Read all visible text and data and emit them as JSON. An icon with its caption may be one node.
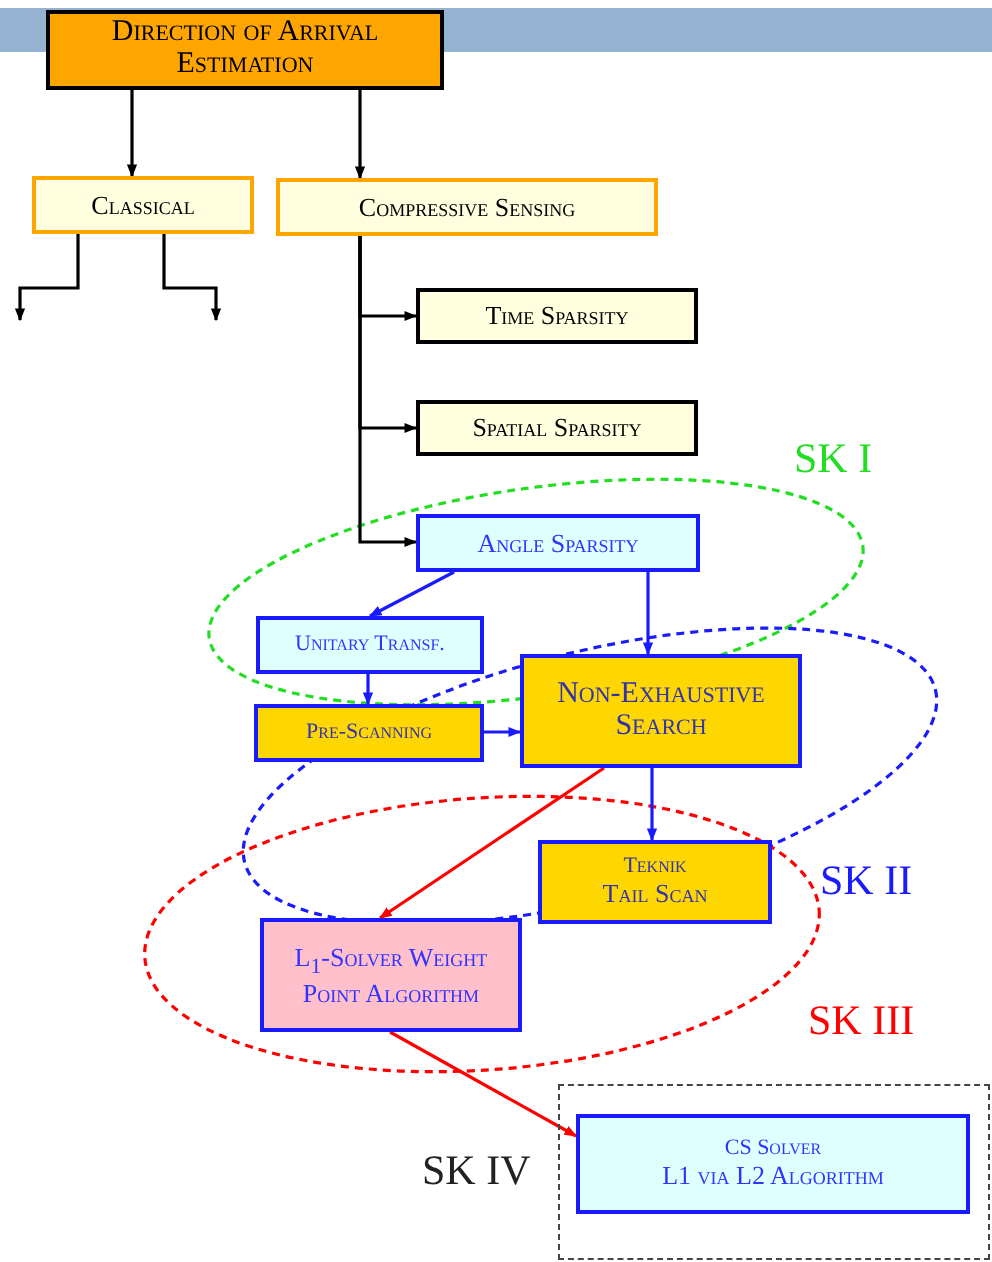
{
  "diagram": {
    "nodes": [
      {
        "text": [
          "Direction of Arrival Estimation"
        ]
      },
      {
        "text": [
          "Classical"
        ]
      },
      {
        "text": [
          "Compressive Sensing"
        ]
      },
      {
        "text": [
          "Time Sparsity"
        ]
      },
      {
        "text": [
          "Spatial Sparsity"
        ]
      },
      {
        "text": [
          "Angle Sparsity"
        ]
      },
      {
        "text": [
          "Unitary Transf."
        ]
      },
      {
        "text": [
          "Pre-Scanning"
        ]
      },
      {
        "text": [
          "Non-Exhaustive Search"
        ]
      },
      {
        "text": [
          "Teknik",
          "Tail Scan"
        ]
      },
      {
        "text": [
          "L$_{1}$-Solver Weight Point Algorithm"
        ]
      },
      {
        "text": [
          "SK IV"
        ]
      },
      {
        "text": [
          "CS Solver",
          "L1 via L2 Algorithm"
        ],
        "in": 11
      }
    ],
    "edges": [
      {
        "from": 0,
        "to": 1,
        "arrow": "to"
      },
      {
        "from": 0,
        "to": 2,
        "arrow": "to"
      },
      {
        "from": 1,
        "to": null,
        "arrow": "to"
      },
      {
        "from": 1,
        "to": null,
        "arrow": "to"
      },
      {
        "from": 2,
        "to": 3,
        "arrow": "to"
      },
      {
        "from": 2,
        "to": 4,
        "arrow": "to"
      },
      {
        "from": 2,
        "to": 5,
        "arrow": "to"
      },
      {
        "from": 5,
        "to": 6,
        "arrow": "to",
        "color": "#1a1aff"
      },
      {
        "from": 5,
        "to": 8,
        "arrow": "to",
        "color": "#1a1aff"
      },
      {
        "from": 6,
        "to": 7,
        "arrow": "to",
        "color": "#1a1aff"
      },
      {
        "from": 7,
        "to": 8,
        "arrow": "to",
        "color": "#1a1aff"
      },
      {
        "from": 8,
        "to": 9,
        "arrow": "to",
        "color": "#1a1aff"
      },
      {
        "from": 8,
        "to": 10,
        "arrow": "to",
        "color": "#ff0000"
      },
      {
        "from": 10,
        "to": 12,
        "arrow": "to",
        "color": "#ff0000"
      }
    ],
    "labels": [
      "SK I",
      "SK II",
      "SK III"
    ]
  }
}
